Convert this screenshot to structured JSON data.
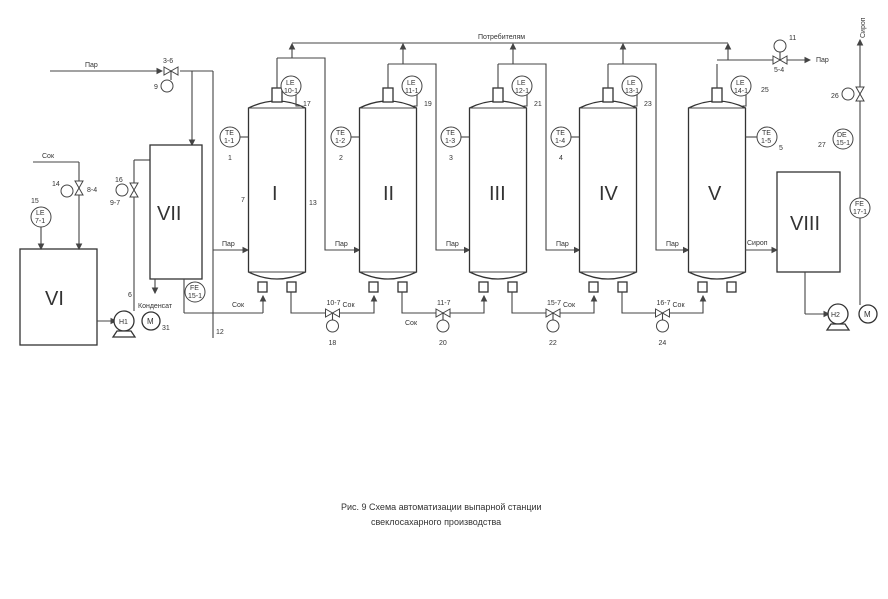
{
  "figure": {
    "caption_line1": "Рис. 9 Схема автоматизации выпарной станции",
    "caption_line2": "свеклосахарного производства"
  },
  "streams": {
    "steam": "Пар",
    "juice": "Сок",
    "syrup": "Сироп",
    "condensate": "Конденсат",
    "consumers": "Потребителям"
  },
  "equipment": {
    "tank_vi": "VI",
    "heater_vii": "VII",
    "collector_viii": "VIII",
    "pump_h1": "H1",
    "pump_h2": "H2",
    "motor": "M",
    "vessels": [
      "I",
      "II",
      "III",
      "IV",
      "V"
    ]
  },
  "instruments": {
    "le_tank": {
      "type": "LE",
      "tag": "7-1",
      "num": "15"
    },
    "fe_heater": {
      "type": "FE",
      "tag": "15-1"
    },
    "de_syrup": {
      "type": "DE",
      "tag": "15-1",
      "num": "27"
    },
    "fe_syrup": {
      "type": "FE",
      "tag": "17-1"
    },
    "te": [
      {
        "type": "TE",
        "tag": "1-1",
        "num": "1"
      },
      {
        "type": "TE",
        "tag": "1-2",
        "num": "2"
      },
      {
        "type": "TE",
        "tag": "1-3",
        "num": "3"
      },
      {
        "type": "TE",
        "tag": "1-4",
        "num": "4"
      },
      {
        "type": "TE",
        "tag": "1-5",
        "num": "5"
      }
    ],
    "le": [
      {
        "type": "LE",
        "tag": "10-1",
        "num": "17"
      },
      {
        "type": "LE",
        "tag": "11-1",
        "num": "19"
      },
      {
        "type": "LE",
        "tag": "12-1",
        "num": "21"
      },
      {
        "type": "LE",
        "tag": "13-1",
        "num": "23"
      },
      {
        "type": "LE",
        "tag": "14-1",
        "num": "25"
      }
    ]
  },
  "valves": {
    "steam_in": {
      "tag": "3-6",
      "num": "9"
    },
    "juice_in": {
      "tag": "8-4",
      "num": "14"
    },
    "condensate": {
      "tag": "9-7",
      "num": "16"
    },
    "steam_out": {
      "tag": "5-4",
      "num": "11"
    },
    "syrup_out": {
      "num": "26"
    },
    "juice": [
      {
        "tag": "10-7",
        "num": "18"
      },
      {
        "tag": "11-7",
        "num": "20"
      },
      {
        "tag": "15-7",
        "num": "22"
      },
      {
        "tag": "16-7",
        "num": "24"
      }
    ]
  },
  "loop_numbers": {
    "n6": "6",
    "n7": "7",
    "n12": "12",
    "n13": "13",
    "n31": "31"
  }
}
